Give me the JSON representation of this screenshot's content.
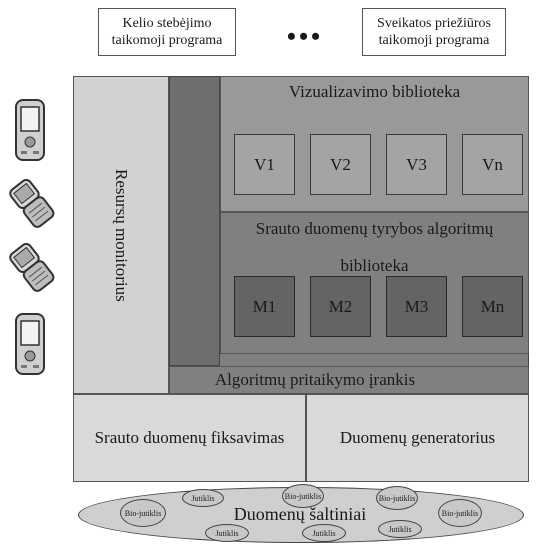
{
  "apps": {
    "left": "Kelio stebėjimo taikomoji programa",
    "ellipsis": "•••",
    "right": "Sveikatos priežiūros taikomoji programa"
  },
  "resource_monitor": "Resursų monitorius",
  "visualization": {
    "title": "Vizualizavimo biblioteka",
    "items": [
      "V1",
      "V2",
      "V3",
      "Vn"
    ]
  },
  "mining": {
    "title_line1": "Srauto duomenų tyrybos algoritmų",
    "title_line2": "biblioteka",
    "items": [
      "M1",
      "M2",
      "M3",
      "Mn"
    ]
  },
  "algorithm_tool": "Algoritmų pritaikymo įrankis",
  "stream_capture": "Srauto duomenų fiksavimas",
  "data_generator": "Duomenų generatorius",
  "data_sources": {
    "label": "Duomenų šaltiniai",
    "sensors": [
      "Bio-jutiklis",
      "Jutiklis",
      "Bio-jutiklis",
      "Bio-jutiklis",
      "Bio-jutiklis",
      "Jutiklis",
      "Jutiklis",
      "Jutiklis"
    ]
  },
  "devices": [
    "pda-icon",
    "flip-phone-icon",
    "flip-phone-icon",
    "pda-icon"
  ]
}
